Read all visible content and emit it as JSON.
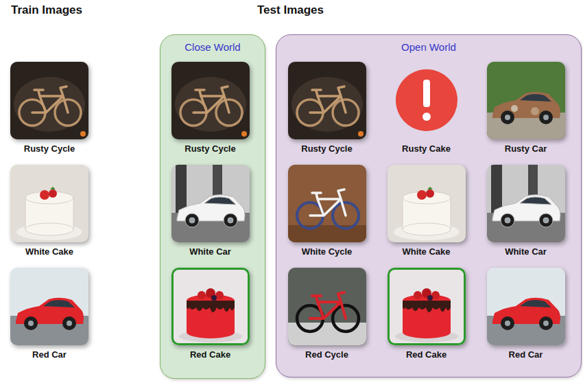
{
  "diagram": {
    "nodes": [
      {
        "text": [
          "Rusty Cycle"
        ]
      },
      {
        "text": [
          "White Cake"
        ]
      },
      {
        "text": [
          "Red Car"
        ]
      },
      {
        "text": [
          "Close World"
        ]
      },
      {
        "text": [
          "Rusty Cycle"
        ],
        "in": 3
      },
      {
        "text": [
          "White Car"
        ],
        "in": 3
      },
      {
        "text": [
          "Red Cake"
        ],
        "in": 3
      },
      {
        "text": [
          "Open World"
        ]
      },
      {
        "text": [
          "Rusty Cycle"
        ],
        "in": 7
      },
      {
        "text": [
          "Rusty Cake"
        ],
        "in": 7
      },
      {
        "text": [
          "Rusty Car"
        ],
        "in": 7
      },
      {
        "text": [
          "White Cycle"
        ],
        "in": 7
      },
      {
        "text": [
          "White Cake"
        ],
        "in": 7
      },
      {
        "text": [
          "White Car"
        ],
        "in": 7
      },
      {
        "text": [
          "Red Cycle"
        ],
        "in": 7
      },
      {
        "text": [
          "Red Cake"
        ],
        "in": 7
      },
      {
        "text": [
          "Red Car"
        ],
        "in": 7
      }
    ],
    "labels": [
      "Train Images",
      "Test Images"
    ]
  }
}
